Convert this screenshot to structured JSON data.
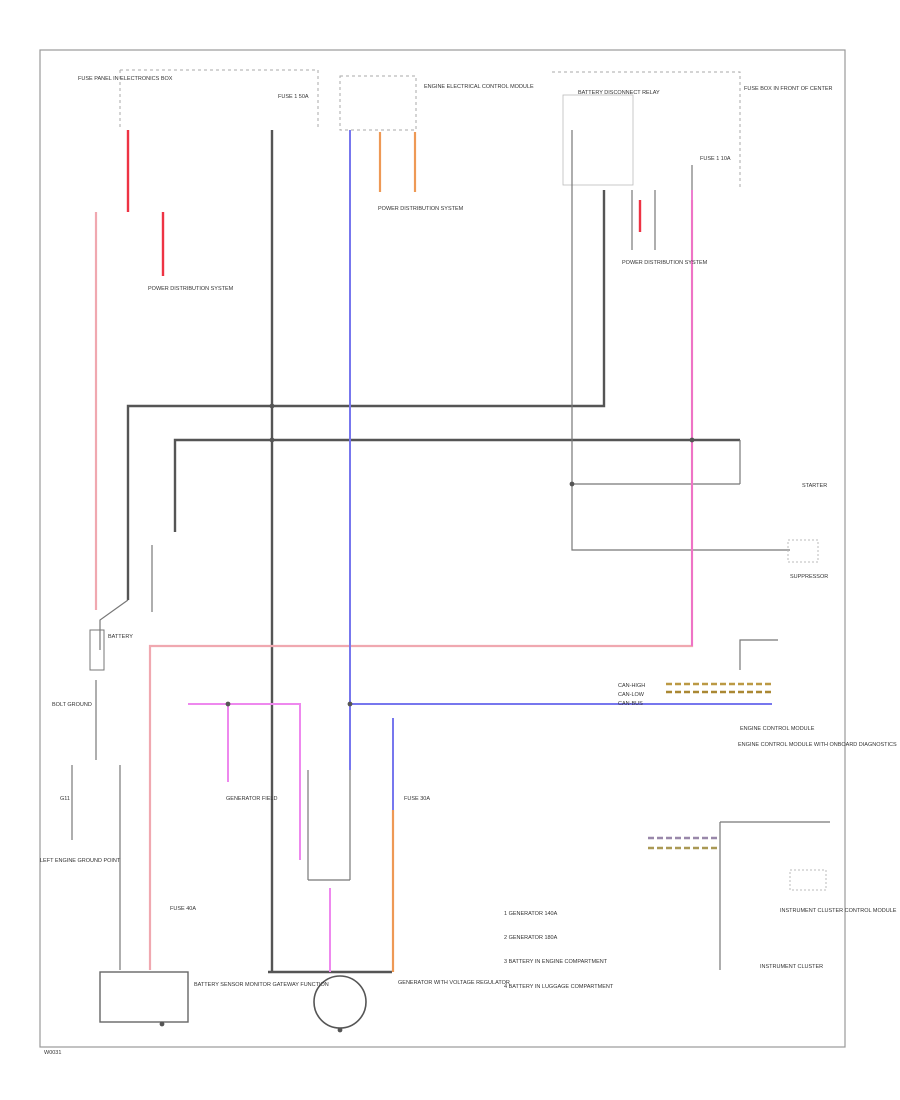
{
  "colors": {
    "frame": "#888888",
    "black_wire": "#555555",
    "red_wire": "#ee3344",
    "pink_wire": "#f0a0a8",
    "blue_wire": "#7777ee",
    "magenta_wire": "#ee66dd",
    "orange_wire": "#ee8833",
    "dark_wire": "#444444"
  },
  "labels": {
    "tl_box": "FUSE PANEL IN ELECTRONICS BOX",
    "fuse_1": "FUSE 1 50A",
    "ecu_box": "ENGINE ELECTRICAL CONTROL MODULE",
    "pwr_dist": "POWER DISTRIBUTION SYSTEM",
    "tr_relay": "BATTERY DISCONNECT RELAY",
    "tr_fuse_box": "FUSE BOX IN FRONT OF CENTER",
    "fuse_r": "FUSE 1 10A",
    "ecu_sys": "POWER DISTRIBUTION SYSTEM",
    "battery": "BATTERY",
    "starter": "STARTER",
    "suppressor": "SUPPRESSOR",
    "bolt_ground": "BOLT GROUND",
    "g_label": "G11",
    "left_gnd": "LEFT ENGINE GROUND POINT",
    "pwr_dist2": "POWER DISTRIBUTION SYSTEM",
    "gen_f": "GENERATOR FIELD",
    "fuse_b": "FUSE 40A",
    "fuse_c": "FUSE 30A",
    "batt_sensor_box": "BATTERY SENSOR MONITOR GATEWAY FUNCTION",
    "gen": "GENERATOR WITH VOLTAGE REGULATOR",
    "ecm_right": "ENGINE CONTROL MODULE",
    "can_l1": "CAN-HIGH",
    "can_l2": "CAN-LOW",
    "can_l3": "CAN-BUS",
    "inst_cl": "INSTRUMENT CLUSTER",
    "inst_cl2": "INSTRUMENT CLUSTER CONTROL MODULE",
    "right_label": "ENGINE CONTROL MODULE WITH ONBOARD DIAGNOSTICS",
    "legend_1": "1 GENERATOR 140A",
    "legend_2": "2 GENERATOR 180A",
    "legend_3": "3 BATTERY IN ENGINE COMPARTMENT",
    "legend_4": "4 BATTERY IN LUGGAGE COMPARTMENT",
    "footer": "W0031"
  }
}
